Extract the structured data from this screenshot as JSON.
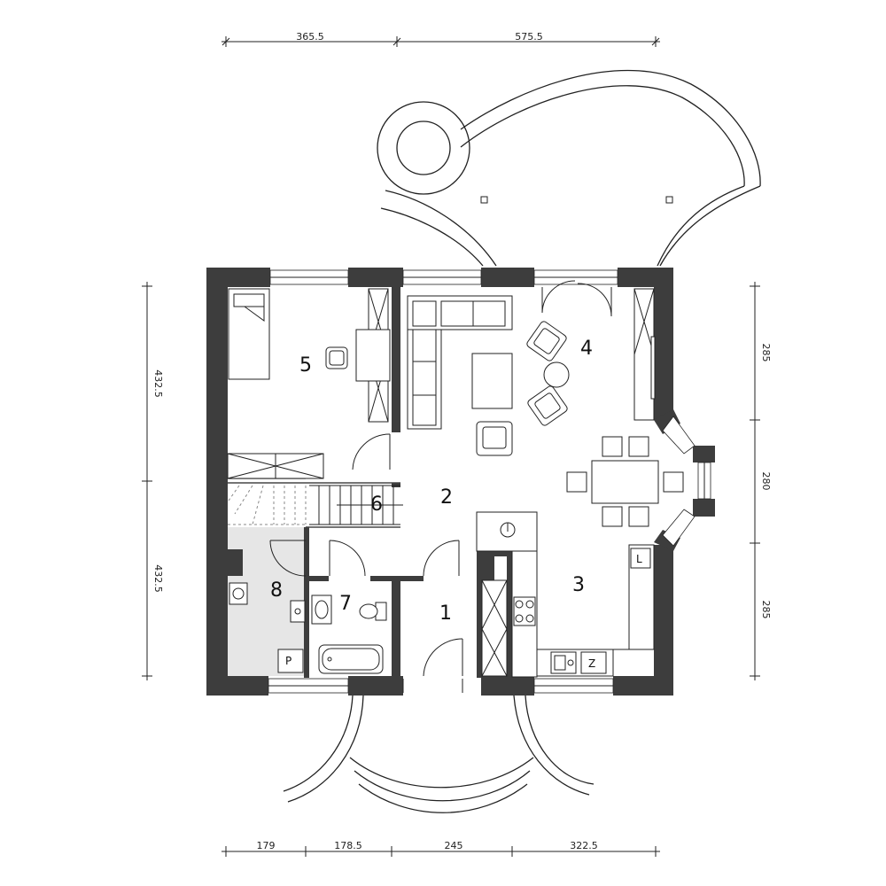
{
  "dimensions": {
    "top": [
      "365.5",
      "575.5"
    ],
    "bottom": [
      "179",
      "178.5",
      "245",
      "322.5"
    ],
    "left": [
      "432.5",
      "432.5"
    ],
    "right": [
      "285",
      "280",
      "285"
    ]
  },
  "rooms": [
    "1",
    "2",
    "3",
    "4",
    "5",
    "6",
    "7",
    "8"
  ],
  "fixtures": {
    "boiler_label": "P",
    "fridge_label": "L",
    "dishwasher_label": "Z"
  },
  "colors": {
    "wall": "#3d3d3d",
    "utility_floor": "#e6e6e6",
    "line": "#222222"
  }
}
